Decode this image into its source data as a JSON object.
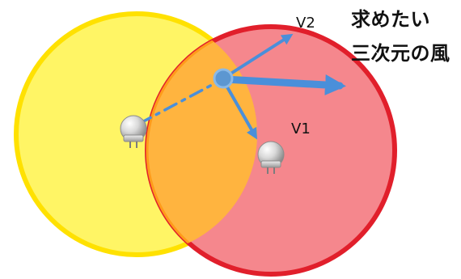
{
  "labels": {
    "v2": "V2",
    "v1": "V1",
    "target_line1": "求めたい",
    "target_line2": "三次元の風"
  },
  "colors": {
    "yellow_fill": "#fff565",
    "yellow_stroke": "#ffe100",
    "red_fill": "#f5878d",
    "red_stroke": "#e11f2b",
    "overlap_fill": "#ffb43f",
    "arrow_blue": "#4a8fda",
    "node_blue": "#5c97d1",
    "text": "#111111"
  }
}
